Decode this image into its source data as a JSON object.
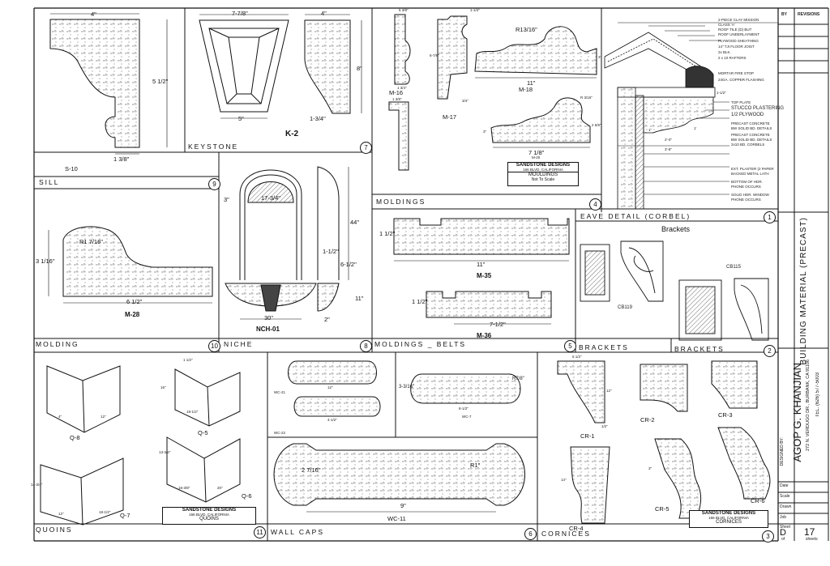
{
  "sections": {
    "sill": {
      "title": "SILL",
      "number": "9",
      "part": "S-10",
      "dims": [
        "4\"",
        "5 1/2\"",
        "1 3/8\""
      ]
    },
    "keystone": {
      "title": "KEYSTONE",
      "number": "7",
      "part": "K-2",
      "dims": [
        "7-7/8\"",
        "5\"",
        "4\"",
        "8\"",
        "1-3/4\""
      ]
    },
    "moldings": {
      "title": "MOLDINGS",
      "number": "4",
      "parts": [
        "M-16",
        "M-17",
        "M-18",
        "M-20"
      ],
      "dims": [
        "5 3/8\"",
        "1-1/4\"",
        "R13/16\"",
        "3\"",
        "5-7/8\"",
        "1 3/4\"",
        "3/4\"",
        "11\"",
        "R 3/16\"",
        "3\"",
        "7 1/8\"",
        "2 5/8\"",
        "1 3/8\""
      ]
    },
    "eave": {
      "title": "EAVE DETAIL (CORBEL)",
      "number": "1",
      "notes": [
        "2-PIECE CLAY MISSION",
        "CLASS 'A'",
        "ROOF TILE (D) BUT",
        "ROOF UNDERLAYMENT",
        "PLYWOOD SHEATHING",
        "14\" TJI FLOOR JOIST",
        "2x BLK.",
        "2 x 10 RAFTERS",
        "MORTAR FIRE STOP",
        "24GA. COPPER FLASHING",
        "TOP PLATE",
        "STUCCO PLASTERING",
        "1/2 PLYWOOD",
        "PRECAST CONCRETE",
        "BW SOLID BD. DETAILS",
        "PRECAST CONCRETE",
        "BW SOLID BD. DETAILS",
        "2x10 BD. CORBELS",
        "EXT. PLASTER (2 PAPER",
        "BACKED METAL LATH",
        "BOTTOM OF HDR.",
        "PHONE OCCURS",
        "SOLID HDR. WINDOW",
        "PHONE OCCURS"
      ],
      "dims": [
        "3'-8\"",
        "2'-0\"",
        "1'",
        "1-1/2\"",
        "1\""
      ]
    },
    "molding": {
      "title": "MOLDING",
      "number": "10",
      "part": "M-28",
      "dims": [
        "R1 7/16\"",
        "3 1/16\"",
        "6 1/2\""
      ]
    },
    "niche": {
      "title": "NICHE",
      "number": "8",
      "part": "NCH-01",
      "dims": [
        "17-3/4\"",
        "3\"",
        "1-1/2\"",
        "6-1/2\"",
        "44\"",
        "30\"",
        "11\"",
        "2\""
      ]
    },
    "belts": {
      "title": "MOLDINGS _ BELTS",
      "number": "5",
      "parts": [
        "M-35",
        "M-36"
      ],
      "dims": [
        "1 1/2\"",
        "11\"",
        "1 1/2\"",
        "7-1/2\""
      ]
    },
    "brackets": {
      "title": "BRACKETS",
      "number": "2",
      "heading": "Brackets",
      "parts": [
        "CB119",
        "CB115"
      ]
    },
    "quoins": {
      "title": "QUOINS",
      "number": "11",
      "parts": [
        "Q-8",
        "Q-5",
        "Q-7",
        "Q-6"
      ],
      "dims": [
        "4\"",
        "12\"",
        "1 1/2\"",
        "18-1/2\"",
        "16\"",
        "14-3/4\"",
        "13-3/4\"",
        "16-3/8\"",
        "20\"",
        "12\"",
        "18-1/2\""
      ]
    },
    "wallcaps": {
      "title": "WALL CAPS",
      "number": "6",
      "parts": [
        "WC-21",
        "WC-22",
        "WC-7",
        "WC-11"
      ],
      "dims": [
        "12\"",
        "4-1/2\"",
        "3-3/16\"",
        "R7/8\"",
        "8-1/2\"",
        "2 7/16\"",
        "R1\"",
        "9\""
      ]
    },
    "cornices": {
      "title": "CORNICES",
      "number": "3",
      "parts": [
        "CR-1",
        "CR-2",
        "CR-3",
        "CR-4",
        "CR-5",
        "CR-6"
      ],
      "dims": [
        "6 1/2\"",
        "12\"",
        "1/2\"",
        "14\"",
        "3\""
      ]
    }
  },
  "stamps": {
    "moldings": {
      "company": "SANDSTONE DESIGNS",
      "address": "166 BLVD, CALIFORNIA",
      "title": "MOULDINGS",
      "note": "Not To Scale"
    },
    "quoins": {
      "company": "SANDSTONE DESIGNS",
      "address": "166 BLVD, CALIFORNIA",
      "title": "QUOINS"
    },
    "cornices": {
      "company": "SANDSTONE DESIGNS",
      "address": "166 BLVD, CALIFORNIA",
      "title": "CORNICES"
    }
  },
  "title_block": {
    "revisions_label": "REVISIONS",
    "by_label": "BY",
    "sheet_title": "BUILDING MATERIAL (PRECAST)",
    "designer_label": "DESIGNED BY:",
    "designer": "AGOP G. KHANJIAN",
    "address": "272 N. VERDUGO DR., BURBANK, CA 91106",
    "tel": "TEL. (626) 577-5003",
    "drawing_no": "D",
    "sheet_no": "17",
    "fields": [
      "Date",
      "Scale",
      "Drawn",
      "Job",
      "Sheet",
      "of"
    ],
    "sheet_of_label": "sheets"
  }
}
